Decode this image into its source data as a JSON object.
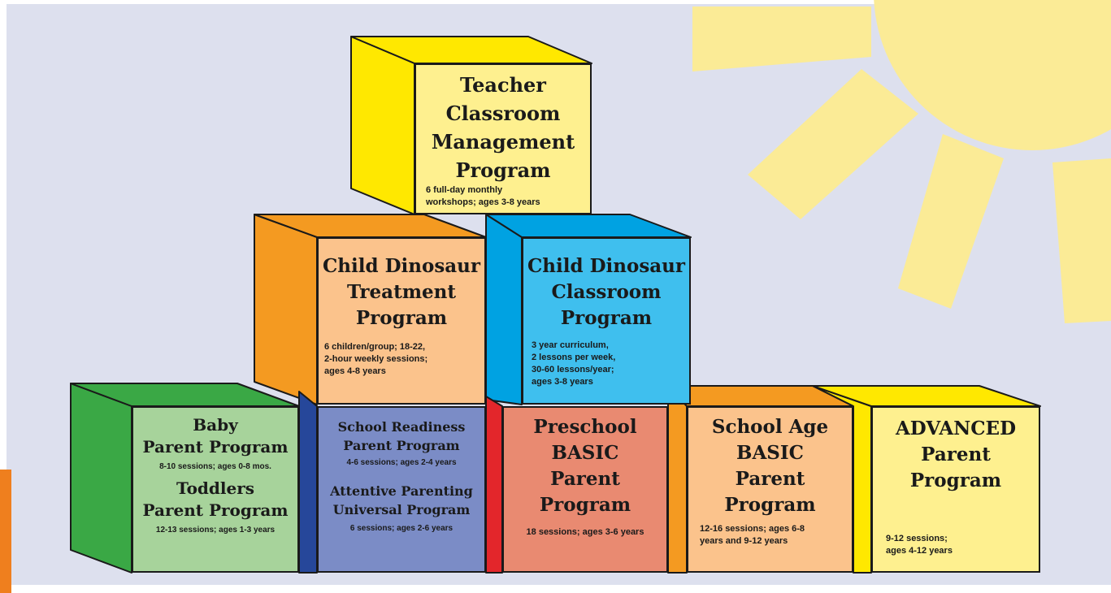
{
  "colors": {
    "background": "#dde0ee",
    "sun": "#fbeb96",
    "accent_bar": "#ef7f1e"
  },
  "blocks": {
    "teacher": {
      "title": [
        "Teacher",
        "Classroom",
        "Management",
        "Program"
      ],
      "description": [
        "6 full-day monthly",
        "workshops; ages 3-8 years"
      ]
    },
    "child_treatment": {
      "title": [
        "Child Dinosaur",
        "Treatment",
        "Program"
      ],
      "description": [
        "6 children/group; 18-22,",
        "2-hour weekly sessions;",
        "ages 4-8 years"
      ]
    },
    "child_classroom": {
      "title": [
        "Child Dinosaur",
        "Classroom",
        "Program"
      ],
      "description": [
        "3 year curriculum,",
        "2 lessons per week,",
        "30-60 lessons/year;",
        "ages 3-8 years"
      ]
    },
    "baby_toddler": {
      "baby_title": [
        "Baby",
        "Parent Program"
      ],
      "baby_description": "8-10 sessions; ages 0-8 mos.",
      "toddler_title": [
        "Toddlers",
        "Parent Program"
      ],
      "toddler_description": "12-13 sessions; ages 1-3 years"
    },
    "school_readiness": {
      "readiness_title": [
        "School Readiness",
        "Parent Program"
      ],
      "readiness_description": "4-6 sessions; ages 2-4 years",
      "attentive_title": [
        "Attentive Parenting",
        "Universal Program"
      ],
      "attentive_description": "6 sessions; ages 2-6 years"
    },
    "preschool": {
      "title": [
        "Preschool",
        "BASIC",
        "Parent",
        "Program"
      ],
      "description": "18 sessions; ages 3-6 years"
    },
    "school_age": {
      "title": [
        "School Age",
        "BASIC",
        "Parent",
        "Program"
      ],
      "description": [
        "12-16 sessions; ages 6-8",
        "years and 9-12 years"
      ]
    },
    "advanced": {
      "title": [
        "ADVANCED",
        "Parent",
        "Program"
      ],
      "description": [
        "9-12 sessions;",
        "ages 4-12 years"
      ]
    }
  }
}
